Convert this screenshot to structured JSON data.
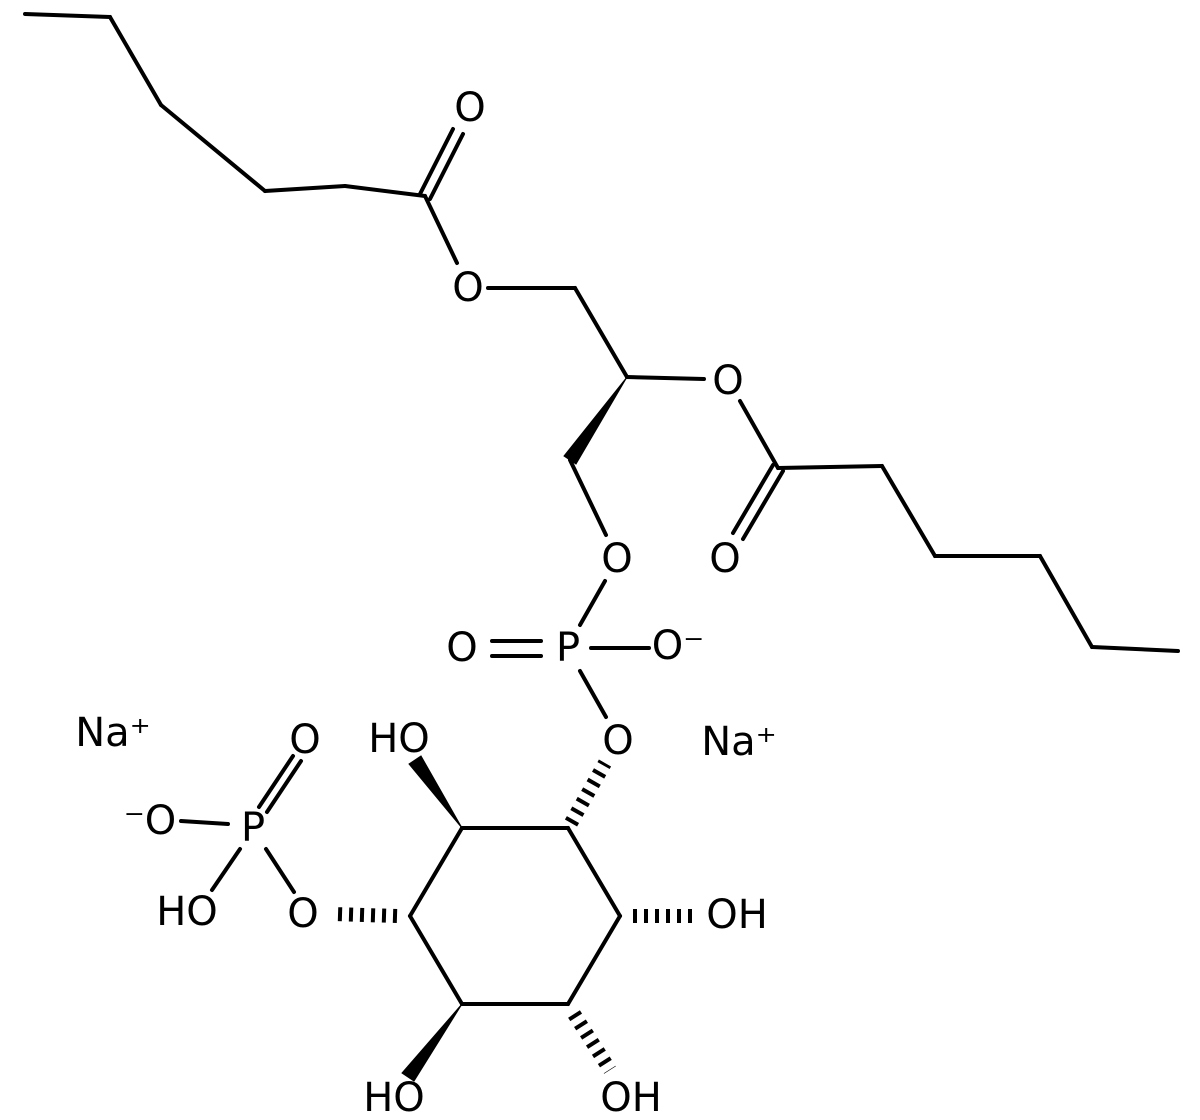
{
  "background": "#ffffff",
  "bond_color": "#000000",
  "labels": {
    "acyl1_carbonyl_o": "O",
    "acyl1_ester_o": "O",
    "glycerol_sn2_o": "O",
    "acyl2_carbonyl_o": "O",
    "glycerol_sn3_o": "O",
    "phosphate1_p": "P",
    "phosphate1_double_o": "O",
    "phosphate1_o_minus": "O⁻",
    "inositol_c1_o": "O",
    "na_left": "Na⁺",
    "na_right": "Na⁺",
    "inositol_oh_top": "HO",
    "phosphate2_double_o": "O",
    "phosphate2_p": "P",
    "phosphate2_o_minus": "⁻O",
    "phosphate2_oh": "HO",
    "inositol_c4_o": "O",
    "inositol_oh_right": "OH",
    "inositol_oh_bottom_right": "OH",
    "inositol_oh_bottom_left": "HO"
  }
}
